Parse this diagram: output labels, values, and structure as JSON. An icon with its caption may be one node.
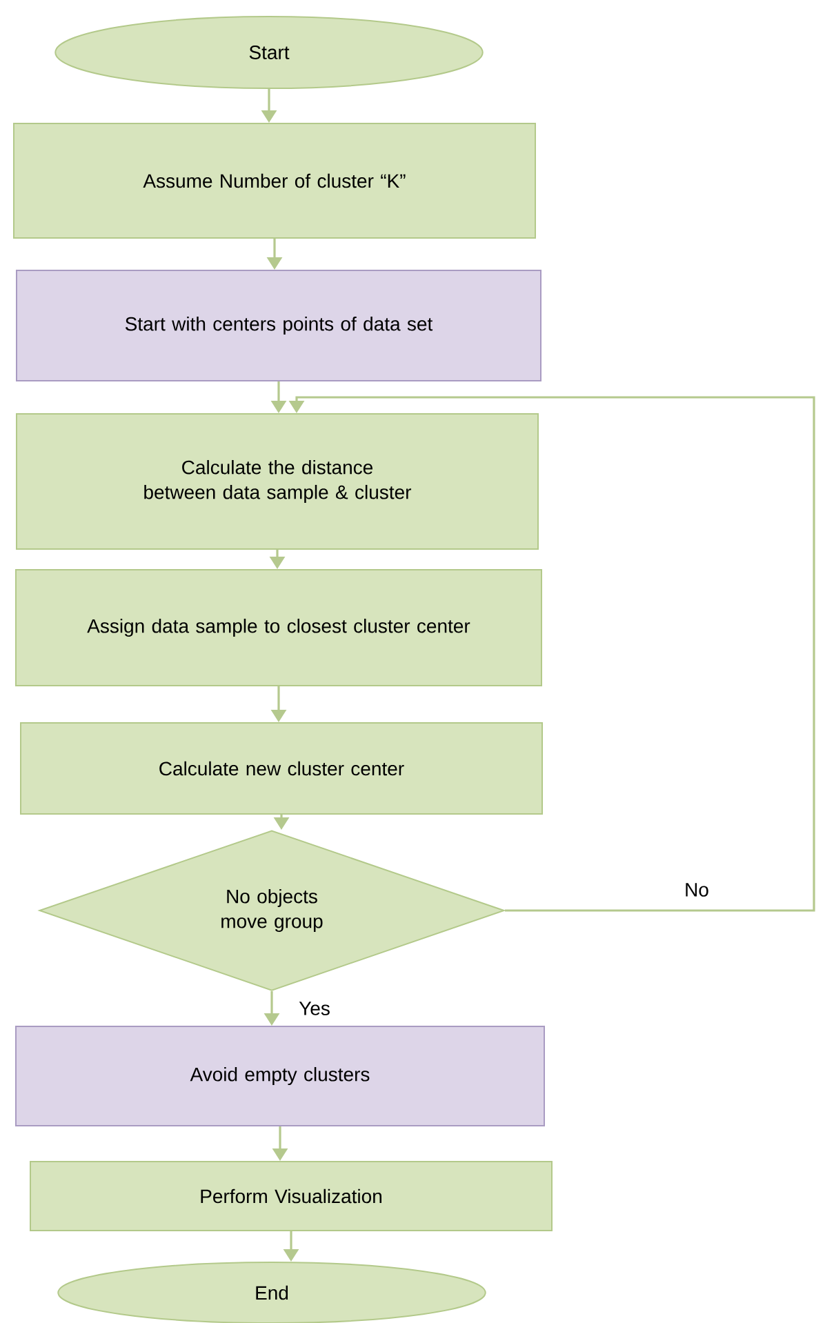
{
  "diagram": {
    "nodes": [
      {
        "text": [
          "Start"
        ]
      },
      {
        "text": [
          "Assume Number of cluster “K”"
        ]
      },
      {
        "text": [
          "Start with centers points of data set"
        ]
      },
      {
        "text": [
          "Calculate the distance between data sample & cluster"
        ]
      },
      {
        "text": [
          "Assign data sample to closest cluster center"
        ]
      },
      {
        "text": [
          "Calculate new cluster center"
        ]
      },
      {
        "text": [
          "No objects move group"
        ]
      },
      {
        "text": [
          "Avoid empty clusters"
        ]
      },
      {
        "text": [
          "Perform Visualization"
        ]
      },
      {
        "text": [
          "End"
        ]
      }
    ],
    "edges": [
      {
        "from": 0,
        "to": 1,
        "arrow": "to"
      },
      {
        "from": 1,
        "to": 2,
        "arrow": "to"
      },
      {
        "from": 2,
        "to": 3,
        "arrow": "to"
      },
      {
        "from": 3,
        "to": 4,
        "arrow": "to"
      },
      {
        "from": 4,
        "to": 5,
        "arrow": "to"
      },
      {
        "from": 5,
        "to": 6,
        "arrow": "to"
      },
      {
        "from": 6,
        "to": 7,
        "arrow": "to",
        "label": "Yes"
      },
      {
        "from": 7,
        "to": 8,
        "arrow": "to"
      },
      {
        "from": 8,
        "to": 9,
        "arrow": "to"
      },
      {
        "from": 6,
        "to": 3,
        "arrow": "to",
        "label": "No"
      }
    ]
  }
}
